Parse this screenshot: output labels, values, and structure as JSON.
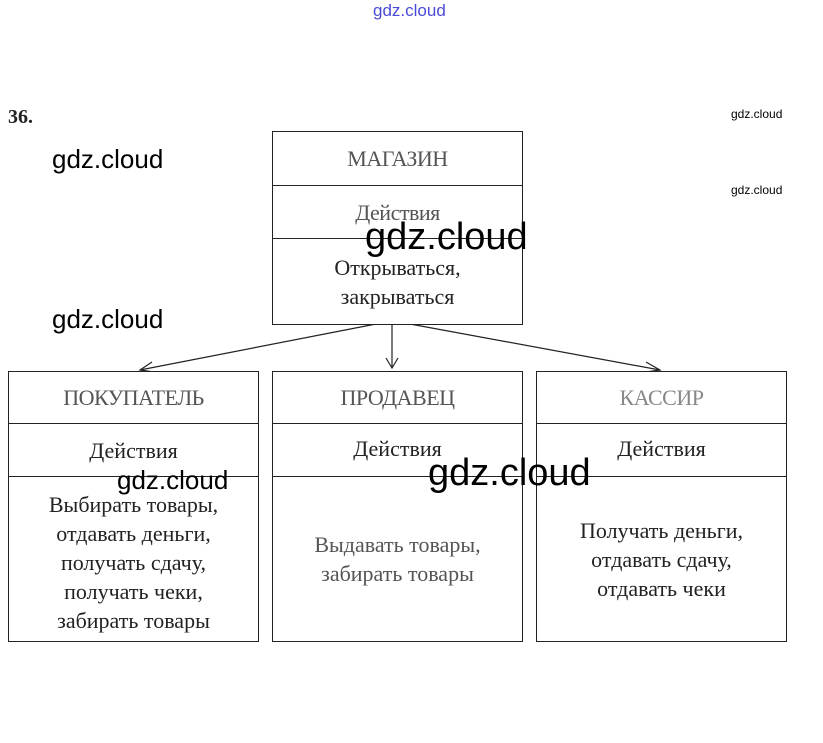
{
  "problem_number": "36.",
  "watermarks": [
    "gdz.cloud",
    "gdz.cloud",
    "gdz.cloud",
    "gdz.cloud",
    "gdz.cloud",
    "gdz.cloud",
    "gdz.cloud",
    "gdz.cloud"
  ],
  "root": {
    "title": "МАГАЗИН",
    "section": "Действия",
    "actions": "Открываться, закрываться"
  },
  "children": [
    {
      "title": "ПОКУПАТЕЛЬ",
      "section": "Действия",
      "actions": "Выбирать товары, отдавать деньги, получать сдачу, получать чеки, забирать товары"
    },
    {
      "title": "ПРОДАВЕЦ",
      "section": "Действия",
      "actions": "Выдавать товары, забирать товары"
    },
    {
      "title": "КАССИР",
      "section": "Действия",
      "actions": "Получать деньги, отдавать сдачу, отдавать чеки"
    }
  ]
}
